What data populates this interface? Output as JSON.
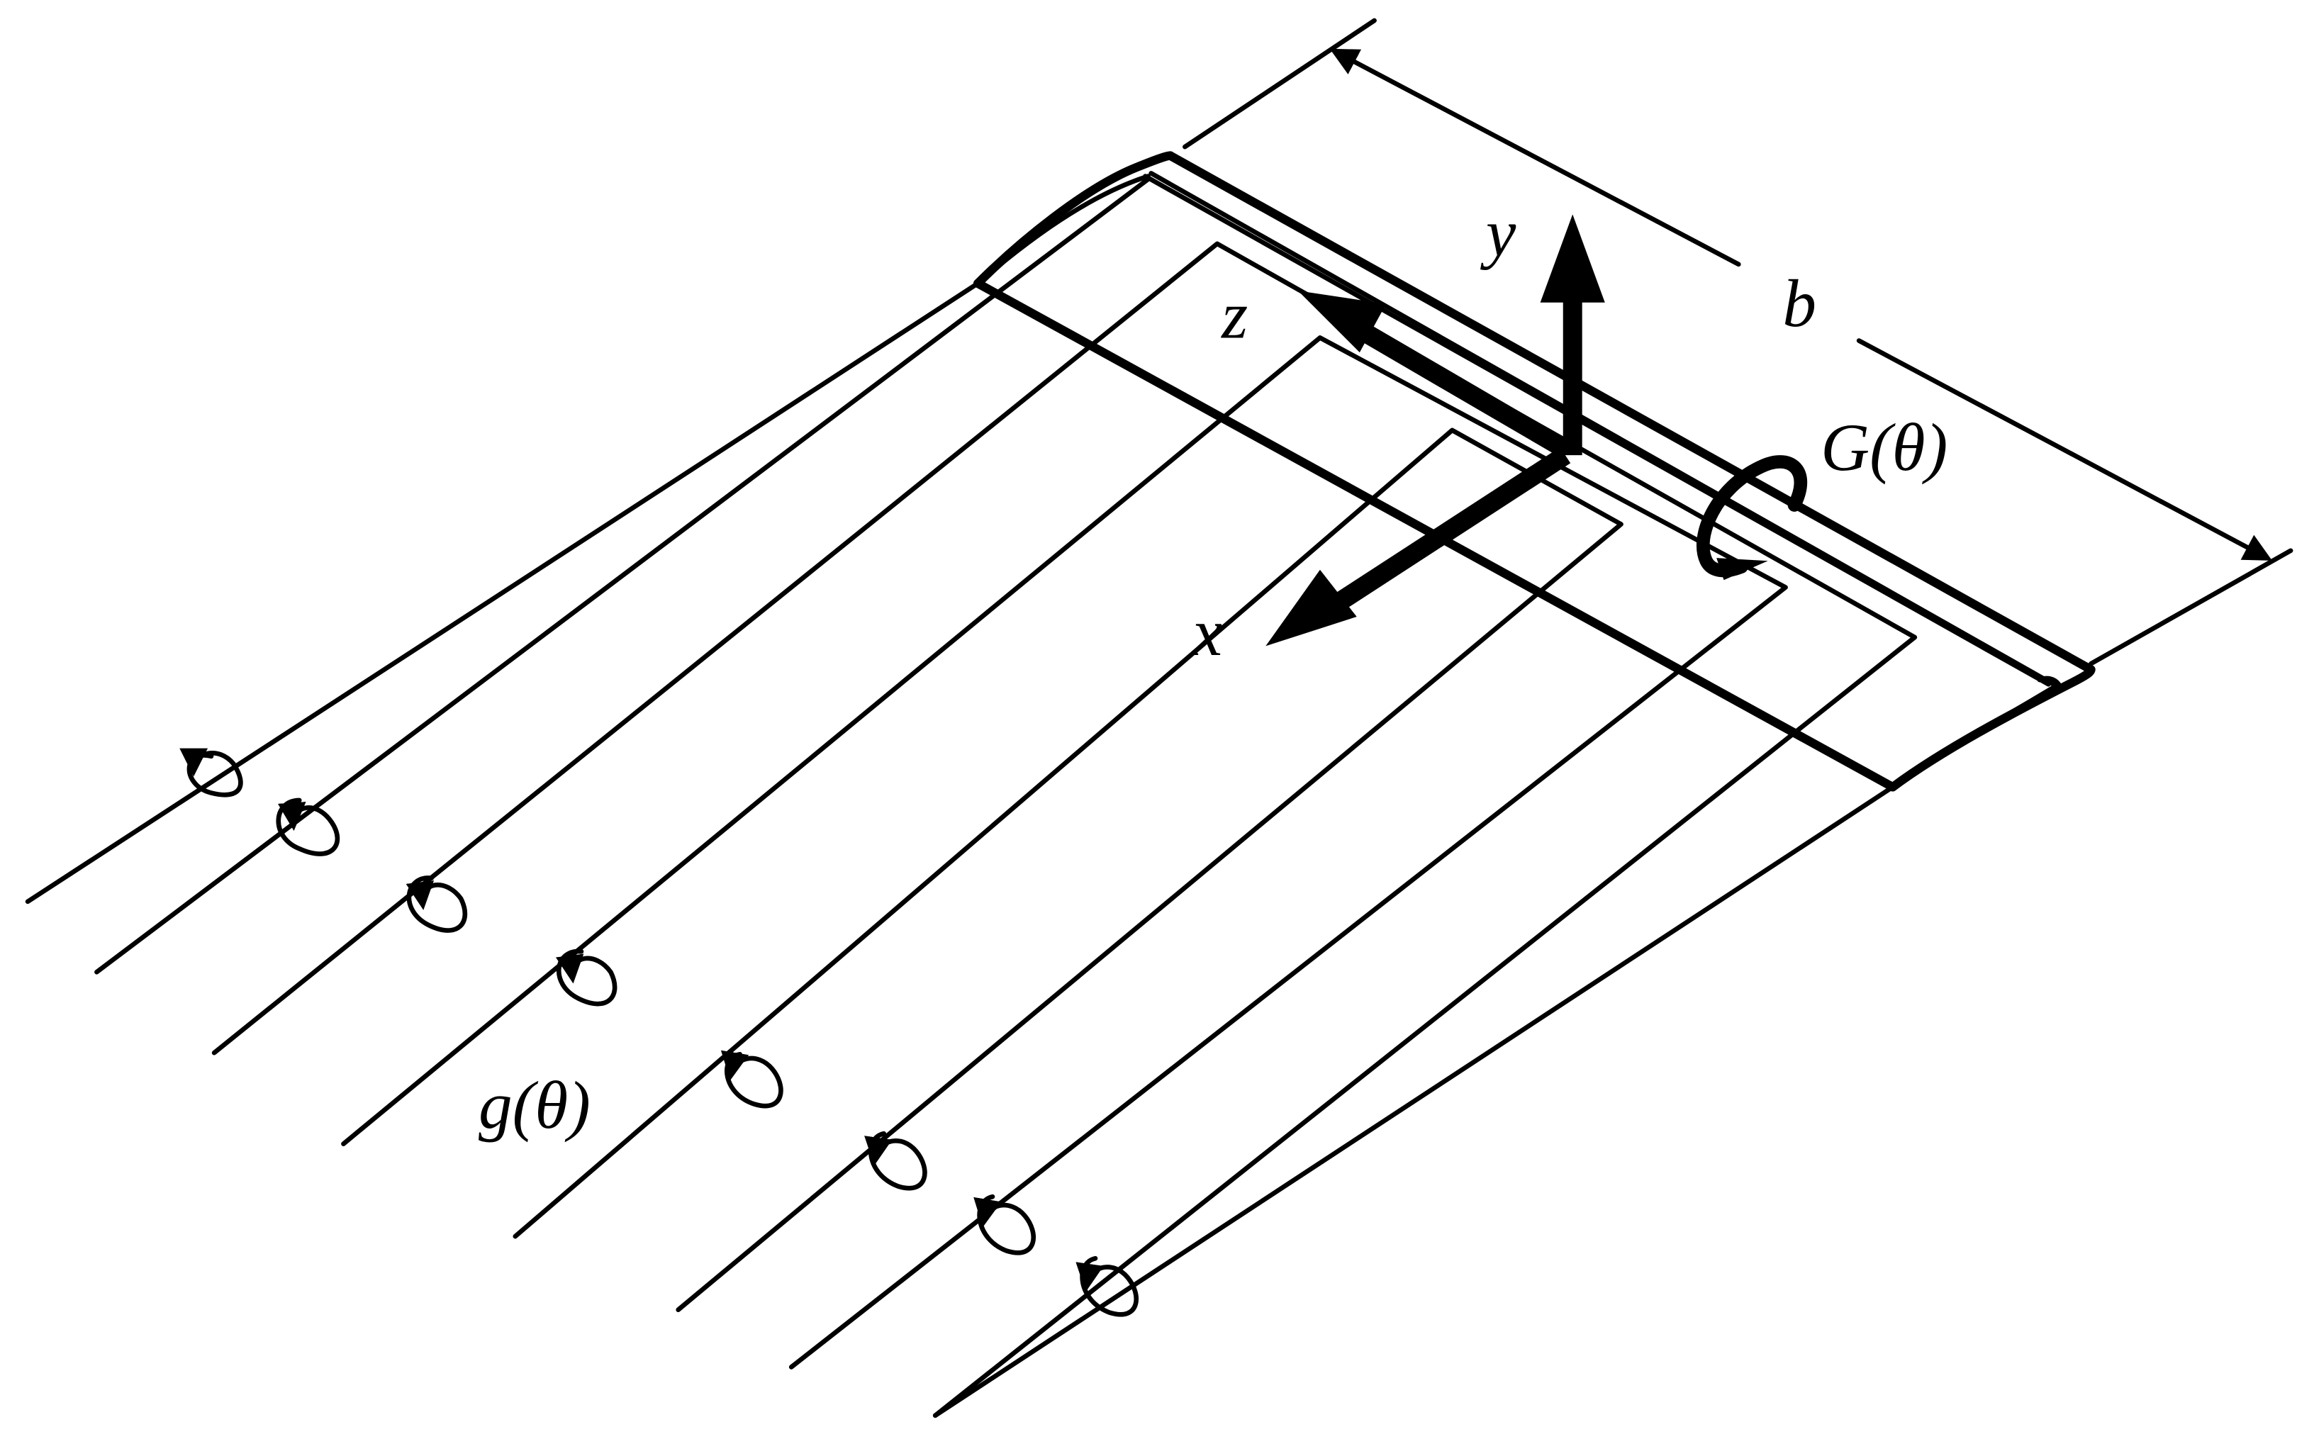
{
  "labels": {
    "axis_x": "x",
    "axis_y": "y",
    "axis_z": "z",
    "span": "b",
    "bound_circulation": "G(θ)",
    "trailing_circulation": "g(θ)"
  },
  "colors": {
    "ink": "#000000",
    "background": "#ffffff"
  },
  "trailing_vortex_count": 8
}
